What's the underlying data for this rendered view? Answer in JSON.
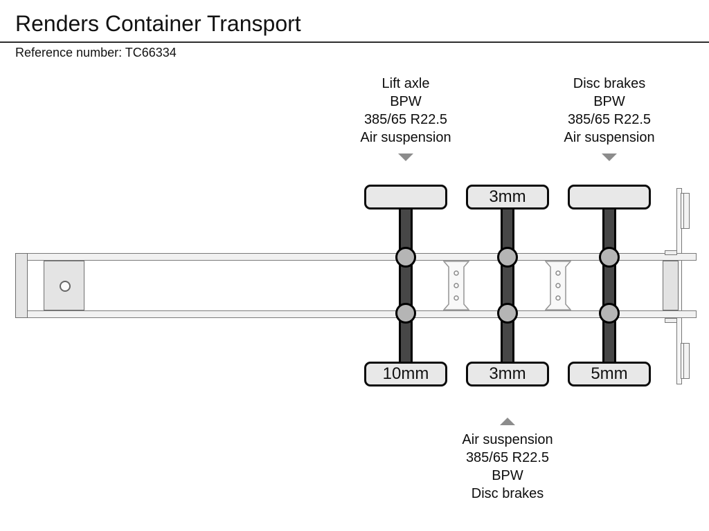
{
  "window": {
    "title": "Renders Container Transport",
    "reference": "Reference number: TC66334"
  },
  "annotations": {
    "top_left": {
      "lines": [
        "Lift axle",
        "BPW",
        "385/65 R22.5",
        "Air suspension"
      ]
    },
    "top_right": {
      "lines": [
        "Disc brakes",
        "BPW",
        "385/65 R22.5",
        "Air suspension"
      ]
    },
    "bottom": {
      "lines": [
        "Air suspension",
        "385/65 R22.5",
        "BPW",
        "Disc brakes"
      ]
    }
  },
  "axles": [
    {
      "top_tire_tread": "",
      "bottom_tire_tread": "10mm"
    },
    {
      "top_tire_tread": "3mm",
      "bottom_tire_tread": "3mm"
    },
    {
      "top_tire_tread": "",
      "bottom_tire_tread": "5mm"
    }
  ],
  "colors": {
    "axle_bar": "#474747",
    "tire_fill": "#e8e8e8",
    "suspension_circle": "#b5b5b5",
    "frame_fill": "#f1f1f1",
    "frame_stroke": "#7a7a7a",
    "plate_fill": "#e4e4e4",
    "arrow_gray": "#8c8c8c",
    "text": "#111111"
  }
}
